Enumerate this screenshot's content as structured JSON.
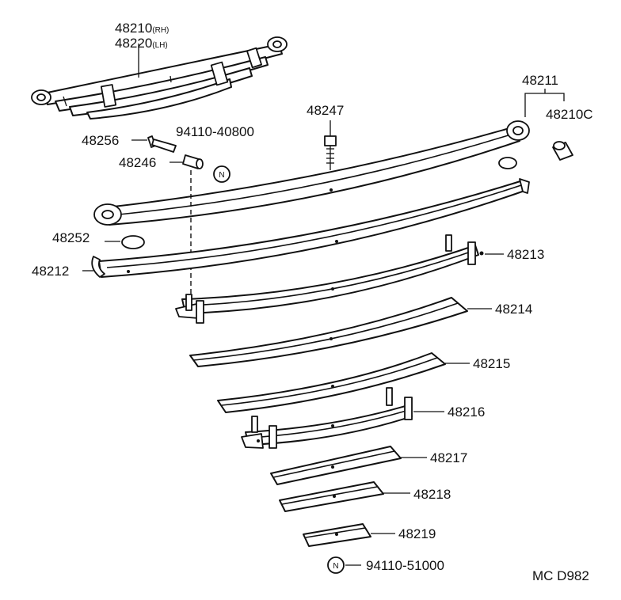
{
  "colors": {
    "line": "#111111",
    "background": "#ffffff"
  },
  "labels": {
    "assy_rh": "48210",
    "assy_rh_suffix": "(RH)",
    "assy_lh": "48220",
    "assy_lh_suffix": "(LH)",
    "leaf_no1": "48211",
    "bushing": "48210C",
    "center_bolt": "48247",
    "bolt": "48256",
    "spacer": "48246",
    "nut_code": "94110-40800",
    "silencer": "48252",
    "clip_no1": "48212",
    "clip_no2": "48213",
    "leaf_no3": "48214",
    "leaf_no4": "48215",
    "leaf_no5": "48216",
    "leaf_no6": "48217",
    "leaf_no7": "48218",
    "leaf_no8": "48219",
    "nut_code_bottom": "94110-51000",
    "n_marker": "N",
    "n_marker_bottom": "N",
    "figure_code": "MC D982"
  }
}
